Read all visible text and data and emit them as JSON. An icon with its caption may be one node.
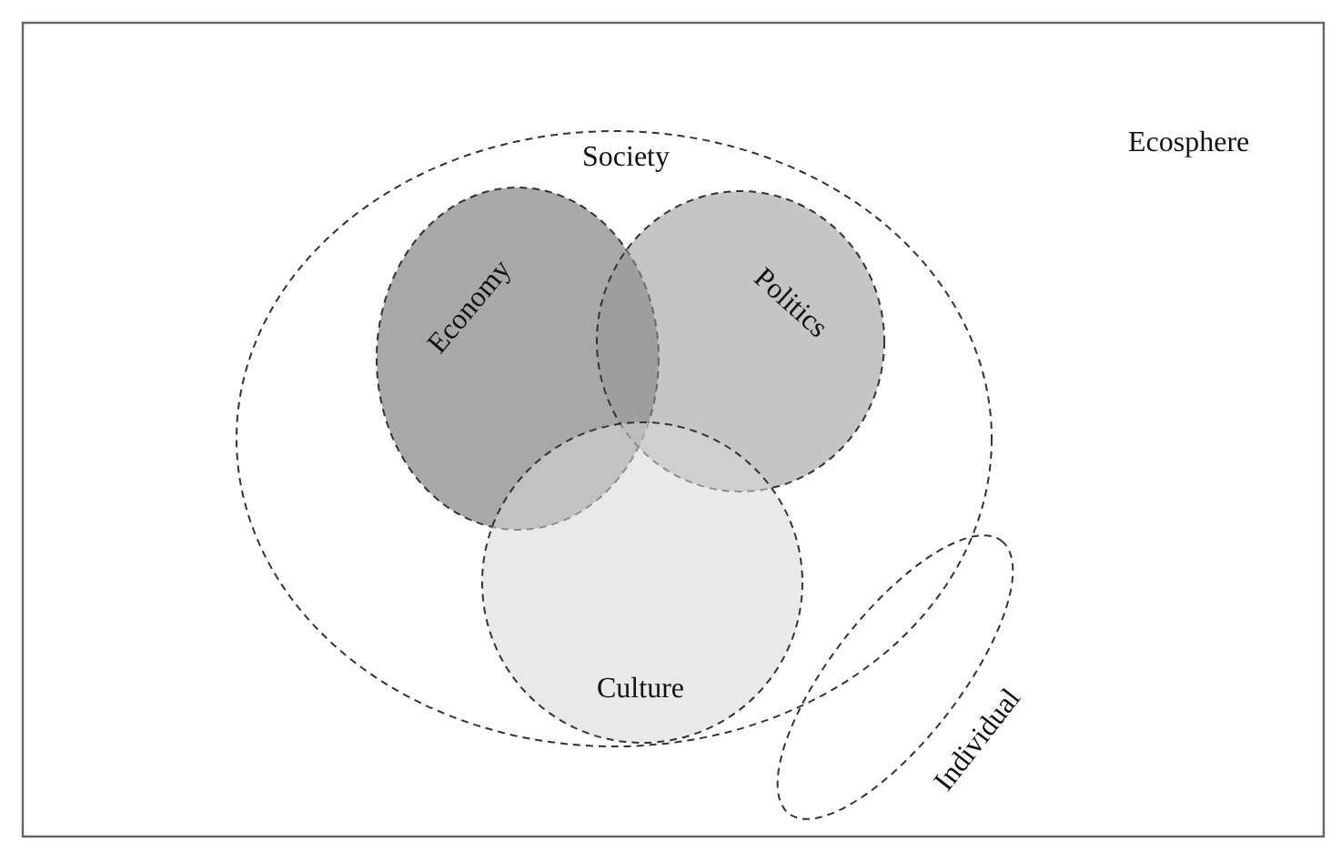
{
  "diagram": {
    "nodes": [
      {
        "text": [
          "Ecosphere"
        ]
      },
      {
        "text": [
          "Society"
        ],
        "in": 0
      },
      {
        "text": [
          "Economy"
        ],
        "in": 1
      },
      {
        "text": [
          "Politics"
        ],
        "in": 1
      },
      {
        "text": [
          "Culture"
        ],
        "in": 1
      },
      {
        "text": [
          "Individual"
        ],
        "in": 0
      }
    ]
  }
}
